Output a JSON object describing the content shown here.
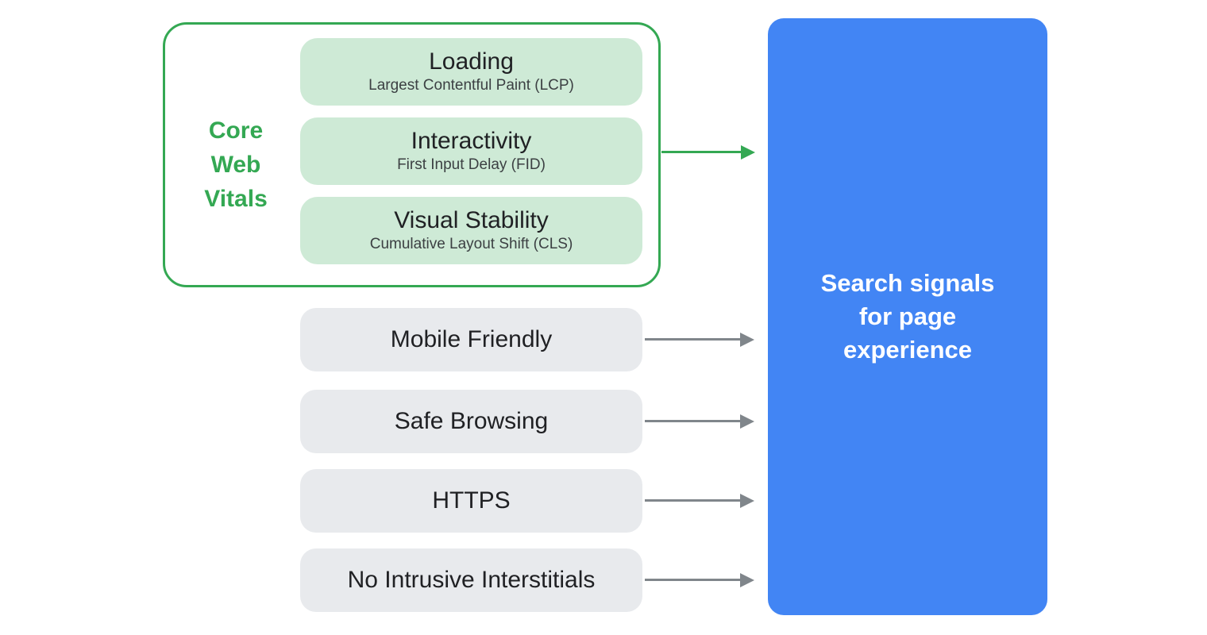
{
  "colors": {
    "accent-green": "#34a853",
    "green-pill-bg": "#ceead6",
    "gray-pill-bg": "#e8eaed",
    "arrow-gray": "#80868b",
    "blue-panel-bg": "#4285f4",
    "title-text": "#202124",
    "subtitle-text": "#3c4043",
    "white-text": "#ffffff",
    "page-bg": "#ffffff"
  },
  "core_web_vitals": {
    "label": "Core Web Vitals",
    "items": [
      {
        "title": "Loading",
        "subtitle": "Largest Contentful Paint (LCP)"
      },
      {
        "title": "Interactivity",
        "subtitle": "First Input Delay (FID)"
      },
      {
        "title": "Visual Stability",
        "subtitle": "Cumulative Layout Shift (CLS)"
      }
    ]
  },
  "other_signals": [
    {
      "label": "Mobile Friendly"
    },
    {
      "label": "Safe Browsing"
    },
    {
      "label": "HTTPS"
    },
    {
      "label": "No Intrusive Interstitials"
    }
  ],
  "result": {
    "label": "Search signals for page experience"
  }
}
